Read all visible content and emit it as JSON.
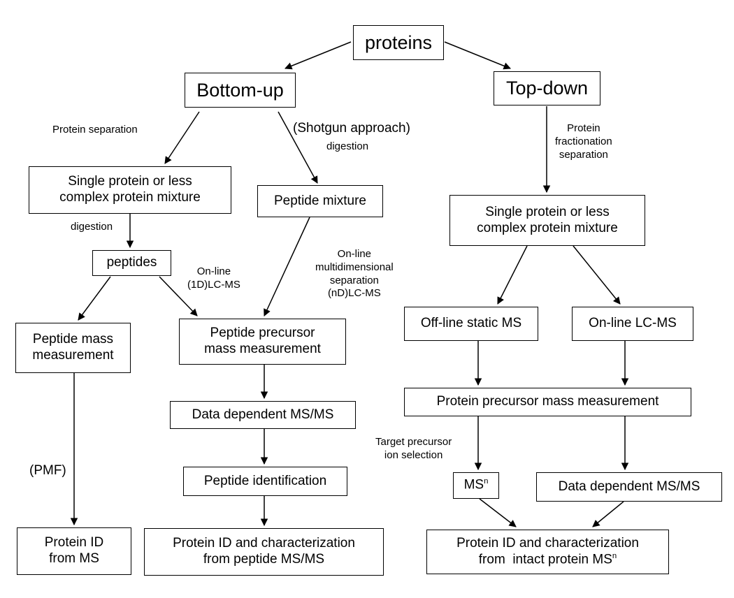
{
  "nodes": {
    "proteins": "proteins",
    "bottom_up": "Bottom-up",
    "top_down": "Top-down",
    "bu_single_protein": [
      "Single protein or less",
      "complex protein mixture"
    ],
    "peptide_mixture": "Peptide mixture",
    "peptides": "peptides",
    "peptide_mass_measurement": [
      "Peptide mass",
      "measurement"
    ],
    "peptide_precursor": [
      "Peptide precursor",
      "mass measurement"
    ],
    "bu_data_dependent": "Data dependent MS/MS",
    "peptide_identification": "Peptide identification",
    "protein_id_ms": [
      "Protein ID",
      "from MS"
    ],
    "protein_id_peptide": [
      "Protein ID and characterization",
      "from peptide MS/MS"
    ],
    "td_single_protein": [
      "Single protein or less",
      "complex protein mixture"
    ],
    "offline_static": "Off-line static MS",
    "online_lcms": "On-line LC-MS",
    "protein_precursor": "Protein precursor mass measurement",
    "msn": {
      "base": "MS",
      "sup": "n"
    },
    "td_data_dependent": "Data dependent MS/MS",
    "protein_id_intact": {
      "line1": "Protein ID and characterization",
      "line2_base": "from  intact protein MS",
      "line2_sup": "n"
    }
  },
  "labels": {
    "protein_separation": "Protein separation",
    "shotgun": "(Shotgun approach)",
    "digestion_shotgun": "digestion",
    "digestion_left": "digestion",
    "online_1d": [
      "On-line",
      "(1D)LC-MS"
    ],
    "online_nd": [
      "On-line",
      "multidimensional",
      "separation",
      "(nD)LC-MS"
    ],
    "pmf": "(PMF)",
    "protein_fractionation": [
      "Protein",
      "fractionation",
      "separation"
    ],
    "target_precursor": [
      "Target precursor",
      "ion selection"
    ]
  },
  "colors": {
    "line": "#000000",
    "background": "#ffffff"
  }
}
